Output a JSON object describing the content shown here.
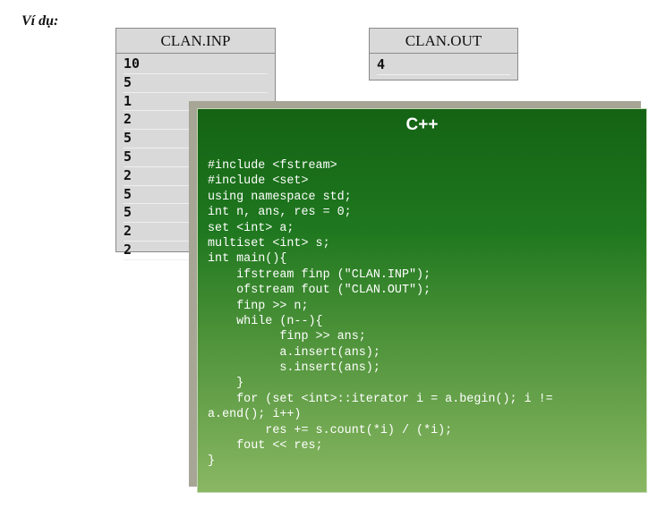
{
  "example_label": "Ví dụ:",
  "input_file": {
    "name": "CLAN.INP",
    "lines": [
      "10",
      "5",
      "1",
      "2",
      "5",
      "5",
      "2",
      "5",
      "5",
      "2",
      "2"
    ]
  },
  "output_file": {
    "name": "CLAN.OUT",
    "lines": [
      "4"
    ]
  },
  "code_panel": {
    "title": "C++",
    "lines": [
      "#include <fstream>",
      "#include <set>",
      "using namespace std;",
      "int n, ans, res = 0;",
      "set <int> a;",
      "multiset <int> s;",
      "int main(){",
      "    ifstream finp (\"CLAN.INP\");",
      "    ofstream fout (\"CLAN.OUT\");",
      "    finp >> n;",
      "    while (n--){",
      "          finp >> ans;",
      "          a.insert(ans);",
      "          s.insert(ans);",
      "    }",
      "    for (set <int>::iterator i = a.begin(); i !=",
      "a.end(); i++)",
      "        res += s.count(*i) / (*i);",
      "    fout << res;",
      "}"
    ]
  },
  "colors": {
    "file_box_bg": "#d9d9d9",
    "panel_top": "#146314",
    "panel_bottom": "#8ab763",
    "panel_shadow": "#a7a596",
    "code_text": "#ffffff"
  }
}
